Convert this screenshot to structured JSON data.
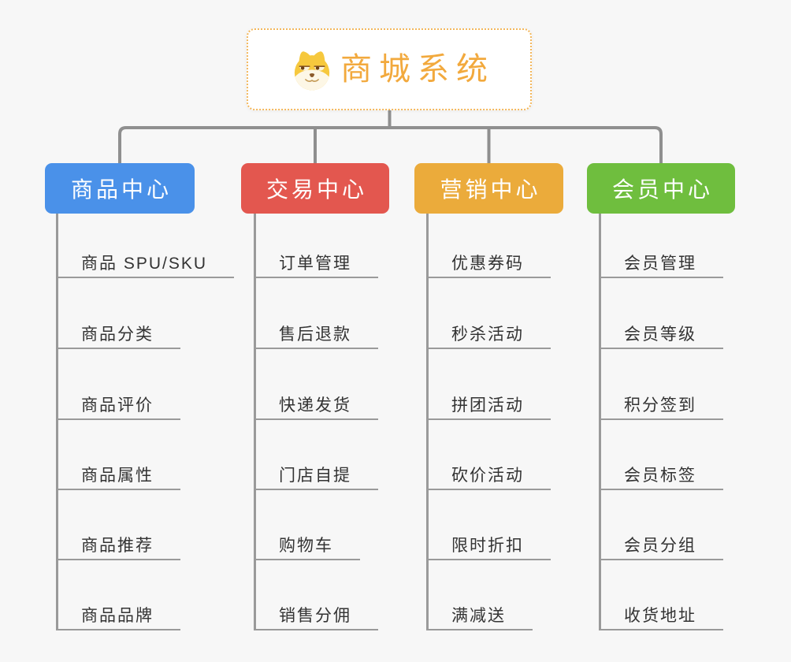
{
  "root": {
    "title": "商城系统",
    "icon": "doge-dog-icon",
    "text_color": "#F2A93D",
    "border_color": "#F3B75C",
    "background": "#FFFFFF"
  },
  "branches": [
    {
      "label": "商品中心",
      "color": "#4A91E9",
      "children": [
        "商品 SPU/SKU",
        "商品分类",
        "商品评价",
        "商品属性",
        "商品推荐",
        "商品品牌"
      ]
    },
    {
      "label": "交易中心",
      "color": "#E3574F",
      "children": [
        "订单管理",
        "售后退款",
        "快递发货",
        "门店自提",
        "购物车",
        "销售分佣"
      ]
    },
    {
      "label": "营销中心",
      "color": "#EBAB3B",
      "children": [
        "优惠券码",
        "秒杀活动",
        "拼团活动",
        "砍价活动",
        "限时折扣",
        "满减送"
      ]
    },
    {
      "label": "会员中心",
      "color": "#6FBE3E",
      "children": [
        "会员管理",
        "会员等级",
        "积分签到",
        "会员标签",
        "会员分组",
        "收货地址"
      ]
    }
  ],
  "style": {
    "background": "#F7F7F7",
    "connector_color": "#8F8F8F",
    "branch_line_color": "#9A9A9A",
    "leaf_text_color": "#333333",
    "branch_text_color": "#FFFFFF"
  }
}
